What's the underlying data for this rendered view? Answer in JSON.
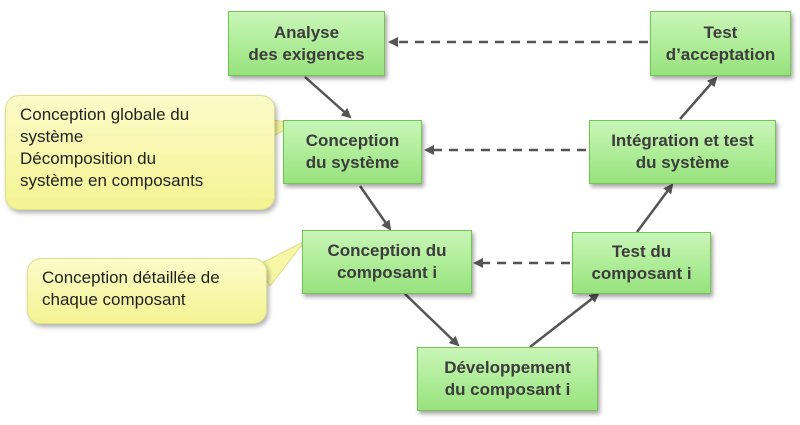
{
  "boxes": {
    "analyse": [
      "Analyse",
      "des exigences"
    ],
    "test_acceptation": [
      "Test",
      "d’acceptation"
    ],
    "conception_systeme": [
      "Conception",
      "du système"
    ],
    "integration_systeme": [
      "Intégration et test",
      "du système"
    ],
    "conception_composant": [
      "Conception du",
      "composant i"
    ],
    "test_composant": [
      "Test du",
      "composant i"
    ],
    "developpement": [
      "Développement",
      "du composant i"
    ]
  },
  "callouts": {
    "systeme": [
      "Conception globale du",
      "système",
      "Décomposition du",
      "système en composants"
    ],
    "composant": [
      "Conception détaillée de",
      "chaque composant"
    ]
  },
  "colors": {
    "box_fill": "#b2ee9c",
    "box_border": "#73c455",
    "callout_fill": "#f7f7a8",
    "arrow": "#555555"
  }
}
